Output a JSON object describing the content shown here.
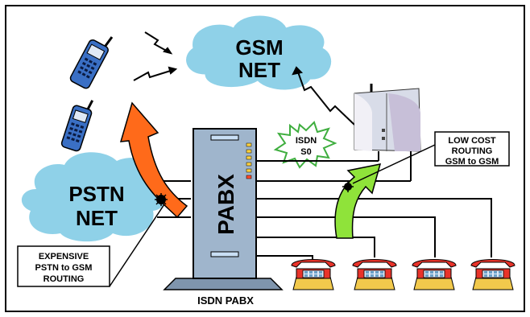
{
  "diagram": {
    "gsm_cloud": {
      "line1": "GSM",
      "line2": "NET"
    },
    "pstn_cloud": {
      "line1": "PSTN",
      "line2": "NET"
    },
    "pabx_label": "PABX",
    "isdn_burst": {
      "line1": "ISDN",
      "line2": "S0"
    },
    "low_cost_box": {
      "line1": "LOW COST",
      "line2": "ROUTING",
      "line3": "GSM to GSM"
    },
    "expensive_box": {
      "line1": "EXPENSIVE",
      "line2": "PSTN to GSM",
      "line3": "ROUTING"
    },
    "caption": "ISDN PABX"
  },
  "colors": {
    "cloud": "#8fd1e8",
    "pabx_body": "#9fb5cc",
    "pabx_base": "#7f95ad",
    "orange_arrow": "#ff6a1a",
    "green_arrow": "#8fe33a",
    "phone_red": "#e8332a",
    "phone_yellow": "#f2c94c",
    "mobile_blue": "#3a6fc4",
    "frame": "#000000"
  },
  "icons": {
    "mobile_phone": "mobile-phone-icon",
    "desk_phone": "desk-telephone-icon",
    "gsm_gateway": "gsm-gateway-icon"
  }
}
